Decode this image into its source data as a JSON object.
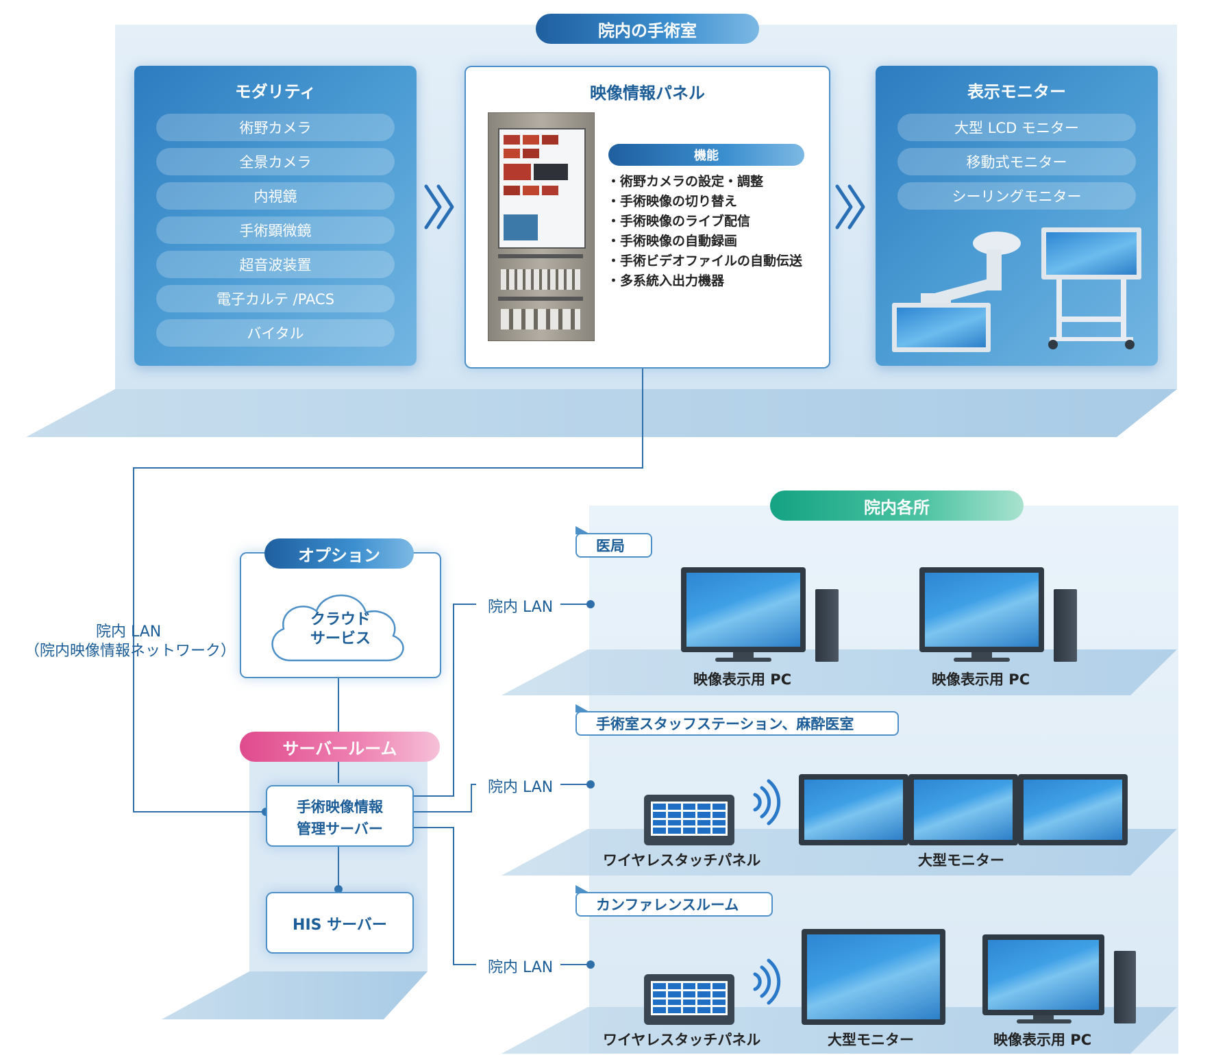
{
  "or_section": {
    "title": "院内の手術室",
    "modality": {
      "title": "モダリティ",
      "items": [
        "術野カメラ",
        "全景カメラ",
        "内視鏡",
        "手術顕微鏡",
        "超音波装置",
        "電子カルテ /PACS",
        "バイタル"
      ]
    },
    "panel": {
      "title": "映像情報パネル",
      "function_label": "機能",
      "functions": [
        "・術野カメラの設定・調整",
        "・手術映像の切り替え",
        "・手術映像のライブ配信",
        "・手術映像の自動録画",
        "・手術ビデオファイルの自動伝送",
        "・多系統入出力機器"
      ]
    },
    "monitors": {
      "title": "表示モニター",
      "items": [
        "大型 LCD モニター",
        "移動式モニター",
        "シーリングモニター"
      ]
    }
  },
  "network": {
    "lan_line1": "院内 LAN",
    "lan_line2": "（院内映像情報ネットワーク）"
  },
  "option": {
    "title": "オプション",
    "cloud_line1": "クラウド",
    "cloud_line2": "サービス"
  },
  "server_room": {
    "title": "サーバールーム",
    "server_line1": "手術映像情報",
    "server_line2": "管理サーバー",
    "his": "HIS サーバー"
  },
  "hospital": {
    "title": "院内各所",
    "lan_label": "院内 LAN",
    "rooms": [
      {
        "tag": "医局",
        "devices": [
          "映像表示用 PC",
          "映像表示用 PC"
        ]
      },
      {
        "tag": "手術室スタッフステーション、麻酔医室",
        "devices": [
          "ワイヤレスタッチパネル",
          "大型モニター"
        ]
      },
      {
        "tag": "カンファレンスルーム",
        "devices": [
          "ワイヤレスタッチパネル",
          "大型モニター",
          "映像表示用 PC"
        ]
      }
    ]
  }
}
